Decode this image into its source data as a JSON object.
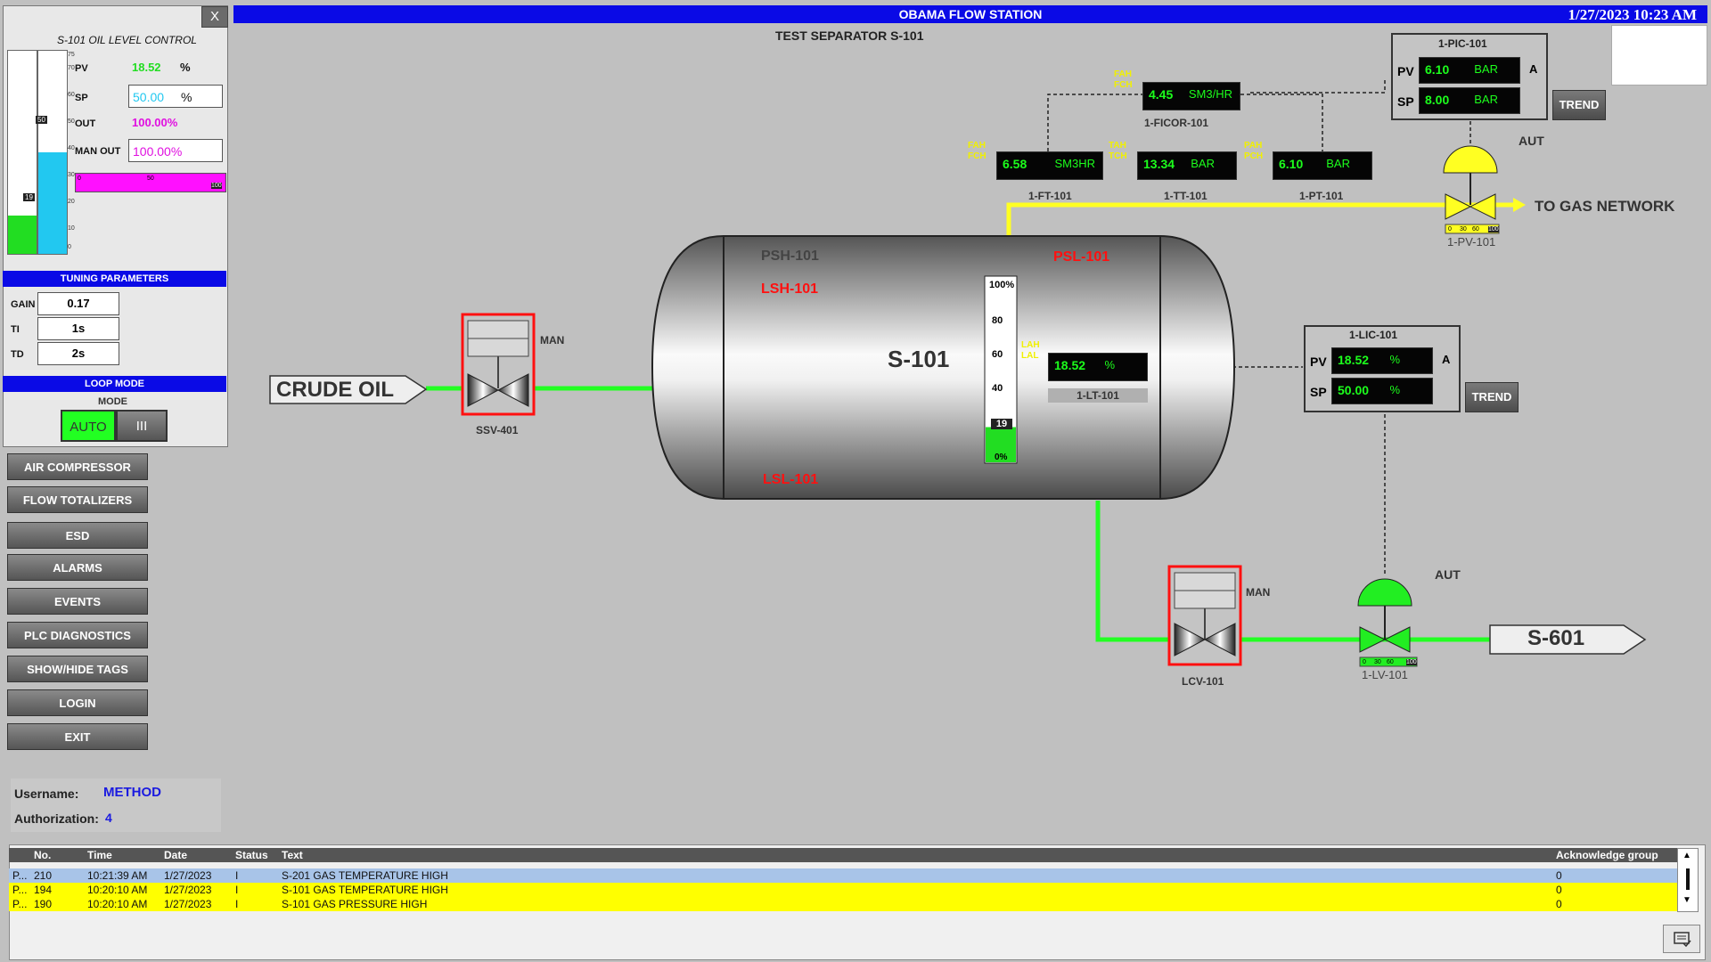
{
  "header": {
    "title": "OBAMA FLOW STATION",
    "datetime": "1/27/2023 10:23 AM",
    "subtitle": "TEST SEPARATOR S-101"
  },
  "faceplate": {
    "title": "S-101 OIL LEVEL CONTROL",
    "close": "X",
    "pv_label": "PV",
    "pv_value": "18.52",
    "pv_unit": "%",
    "sp_label": "SP",
    "sp_value": "50.00",
    "sp_unit": "%",
    "out_label": "OUT",
    "out_value": "100.00%",
    "manout_label": "MAN OUT",
    "manout_value": "100.00%",
    "pv_bar_marker": "19",
    "sp_bar_marker": "50",
    "out_bar_ticks": [
      "0",
      "50",
      "100"
    ],
    "scale_ticks": [
      "75",
      "70",
      "60",
      "50",
      "40",
      "30",
      "20",
      "10",
      "0"
    ],
    "tuning_title": "TUNING PARAMETERS",
    "gain_label": "GAIN",
    "gain_value": "0.17",
    "ti_label": "TI",
    "ti_value": "1s",
    "td_label": "TD",
    "td_value": "2s",
    "loopmode_title": "LOOP MODE",
    "mode_label": "MODE",
    "auto_label": "AUTO",
    "manual_label": "III",
    "pv_level": 0.19,
    "sp_level": 0.5,
    "out_level": 1.0
  },
  "nav": {
    "items": [
      "AIR COMPRESSOR",
      "FLOW TOTALIZERS",
      "ESD",
      "ALARMS",
      "EVENTS",
      "PLC DIAGNOSTICS",
      "SHOW/HIDE TAGS",
      "LOGIN",
      "EXIT"
    ]
  },
  "user": {
    "username_label": "Username:",
    "username": "METHOD",
    "auth_label": "Authorization:",
    "auth": "4"
  },
  "process": {
    "crude_oil": "CRUDE OIL",
    "ssv_tag": "SSV-401",
    "ssv_mode": "MAN",
    "vessel": "S-101",
    "psh": "PSH-101",
    "psl": "PSL-101",
    "lsh": "LSH-101",
    "lsl": "LSL-101",
    "level_ticks": [
      "100%",
      "80",
      "60",
      "40",
      "0%"
    ],
    "level_marker": "19",
    "lah_alarm": "LAH LAL",
    "lt_value": "18.52",
    "lt_unit": "%",
    "lt_tag": "1-LT-101",
    "ficor_alarm": "FAH FCH",
    "ficor_value": "4.45",
    "ficor_unit": "SM3/HR",
    "ficor_tag": "1-FICOR-101",
    "ft_alarm": "FAH FCH",
    "ft_value": "6.58",
    "ft_unit": "SM3HR",
    "ft_tag": "1-FT-101",
    "tt_alarm": "TAH TCH",
    "tt_value": "13.34",
    "tt_unit": "BAR",
    "tt_tag": "1-TT-101",
    "pt_alarm": "PAH PCH",
    "pt_value": "6.10",
    "pt_unit": "BAR",
    "pt_tag": "1-PT-101",
    "pic_tag": "1-PIC-101",
    "pic_pv_label": "PV",
    "pic_pv": "6.10",
    "pic_pv_unit": "BAR",
    "pic_sp_label": "SP",
    "pic_sp": "8.00",
    "pic_sp_unit": "BAR",
    "pic_mode": "A",
    "trend": "TREND",
    "pv_valve_mode": "AUT",
    "pv_valve_tag": "1-PV-101",
    "gas_network": "TO GAS NETWORK",
    "valve_ticks": [
      "0",
      "30",
      "60",
      "100"
    ],
    "lic_tag": "1-LIC-101",
    "lic_pv_label": "PV",
    "lic_pv": "18.52",
    "lic_pv_unit": "%",
    "lic_sp_label": "SP",
    "lic_sp": "50.00",
    "lic_sp_unit": "%",
    "lic_mode": "A",
    "lcv_tag": "LCV-101",
    "lcv_mode": "MAN",
    "lv_valve_mode": "AUT",
    "lv_valve_tag": "1-LV-101",
    "s601": "S-601",
    "vessel_level": 0.19
  },
  "alarms": {
    "columns": [
      "No.",
      "Time",
      "Date",
      "Status",
      "Text",
      "Acknowledge group"
    ],
    "rows": [
      {
        "prefix": "P...",
        "no": "210",
        "time": "10:21:39 AM",
        "date": "1/27/2023",
        "status": "I",
        "text": "S-201 GAS TEMPERATURE HIGH",
        "group": "0",
        "color": "#a8c4e8"
      },
      {
        "prefix": "P...",
        "no": "194",
        "time": "10:20:10 AM",
        "date": "1/27/2023",
        "status": "I",
        "text": "S-101 GAS TEMPERATURE HIGH",
        "group": "0",
        "color": "#ffff00"
      },
      {
        "prefix": "P...",
        "no": "190",
        "time": "10:20:10 AM",
        "date": "1/27/2023",
        "status": "I",
        "text": "S-101 GAS PRESSURE HIGH",
        "group": "0",
        "color": "#ffff00"
      }
    ]
  },
  "colors": {
    "header_blue": "#0a0ae6",
    "pipe_green": "#22ff22",
    "pipe_yellow": "#ffff22",
    "alarm_red": "#ff1010",
    "digit_green": "#1cff1c"
  }
}
